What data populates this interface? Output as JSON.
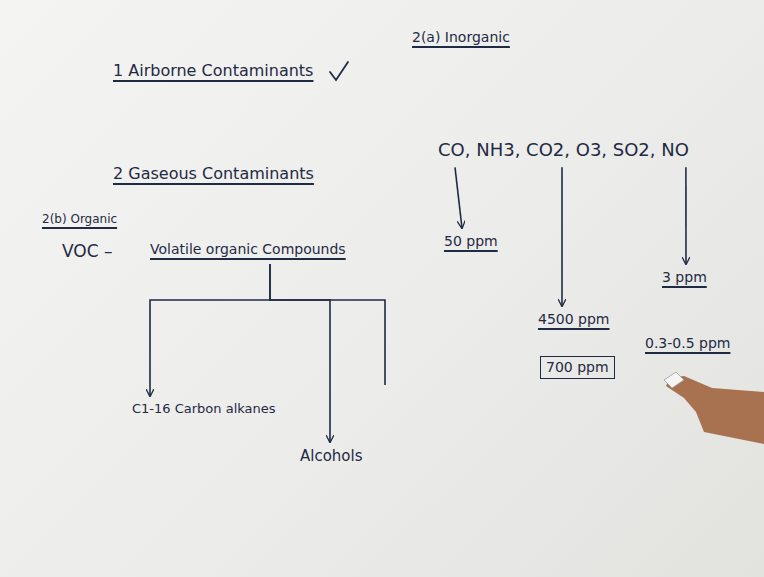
{
  "diagram": {
    "nodes": [
      {
        "text": [
          "CO, NH3, CO2, O3, SO2, NO"
        ]
      },
      {
        "text": [
          "50 ppm"
        ]
      },
      {
        "text": [
          "4500 ppm"
        ]
      },
      {
        "text": [
          "700 ppm"
        ]
      },
      {
        "text": [
          "3 ppm"
        ]
      },
      {
        "text": [
          "0.3-0.5 ppm"
        ]
      },
      {
        "text": [
          "Volatile organic Compounds"
        ]
      },
      {
        "text": [
          "C1-16 Carbon alkanes"
        ]
      },
      {
        "text": [
          "Alcohols"
        ]
      }
    ],
    "edges": [
      {
        "from": 0,
        "to": 1,
        "arrow": "to"
      },
      {
        "from": 0,
        "to": 2,
        "arrow": "to"
      },
      {
        "from": 0,
        "to": 4,
        "arrow": "to"
      },
      {
        "from": 6,
        "to": 7,
        "arrow": "to"
      },
      {
        "from": 6,
        "to": 8,
        "arrow": "to"
      }
    ],
    "labels": [
      "1 Airborne Contaminants",
      "2 Gaseous Contaminants",
      "2(a) Inorganic",
      "2(b) Organic",
      "VOC –"
    ]
  }
}
